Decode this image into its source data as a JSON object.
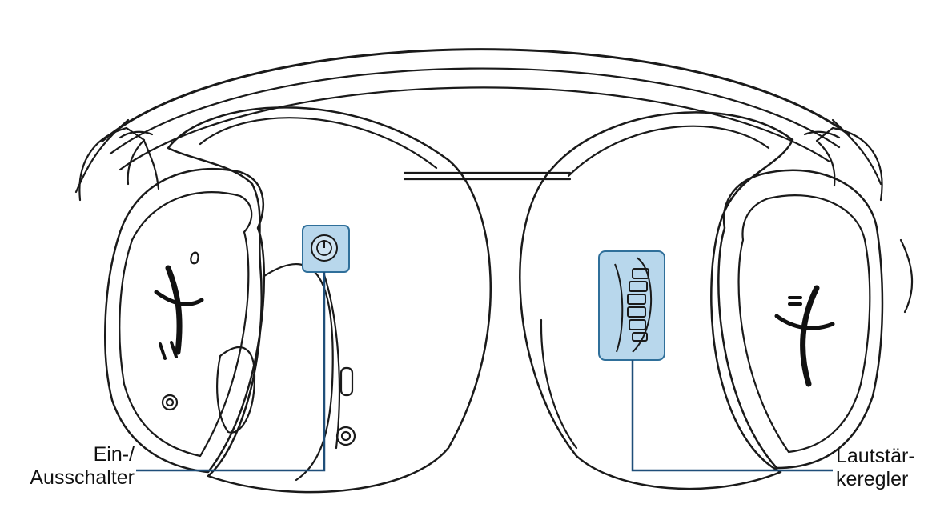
{
  "callouts": {
    "power": {
      "line1": "Ein-/",
      "line2": "Ausschalter"
    },
    "volume": {
      "line1": "Lautstär-",
      "line2": "keregler"
    }
  },
  "icons": [
    "headset-diagram",
    "power-button-icon",
    "volume-wheel-icon",
    "mic-mute-icon",
    "usb-port-icon",
    "audio-jack-icon",
    "hyperx-logo-icon"
  ],
  "colors": {
    "line_art": "#1a1a1a",
    "highlight_fill": "#b8d7ec",
    "highlight_stroke": "#2f6f9a",
    "leader_line": "#1f4e79"
  }
}
